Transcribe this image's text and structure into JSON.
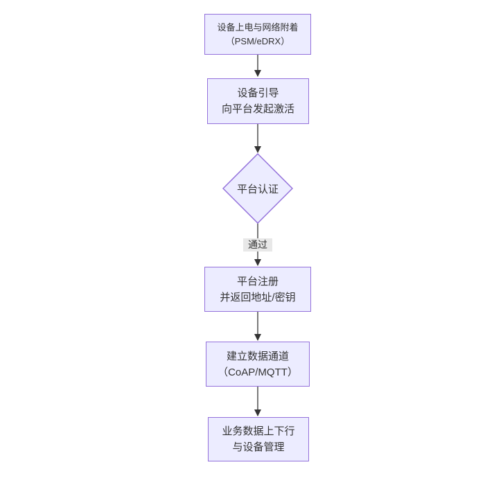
{
  "diagram": {
    "type": "flowchart-top-down",
    "nodes": [
      {
        "id": "n1",
        "shape": "rect",
        "lines": [
          "设备上电与网络附着",
          "（PSM/eDRX）"
        ]
      },
      {
        "id": "n2",
        "shape": "rect",
        "lines": [
          "设备引导",
          "向平台发起激活"
        ]
      },
      {
        "id": "n3",
        "shape": "diamond",
        "lines": [
          "平台认证"
        ]
      },
      {
        "id": "n4",
        "shape": "rect",
        "lines": [
          "平台注册",
          "并返回地址/密钥"
        ]
      },
      {
        "id": "n5",
        "shape": "rect",
        "lines": [
          "建立数据通道",
          "（CoAP/MQTT）"
        ]
      },
      {
        "id": "n6",
        "shape": "rect",
        "lines": [
          "业务数据上下行",
          "与设备管理"
        ]
      }
    ],
    "edges": [
      {
        "from": "n1",
        "to": "n2",
        "label": ""
      },
      {
        "from": "n2",
        "to": "n3",
        "label": ""
      },
      {
        "from": "n3",
        "to": "n4",
        "label": "通过"
      },
      {
        "from": "n4",
        "to": "n5",
        "label": ""
      },
      {
        "from": "n5",
        "to": "n6",
        "label": ""
      }
    ],
    "colors": {
      "background": "#ffffff",
      "node_fill": "#ECECFF",
      "node_border": "#9370DB",
      "edge_line": "#333333",
      "edge_label_bg": "#e8e8e8",
      "text": "#333333"
    }
  }
}
